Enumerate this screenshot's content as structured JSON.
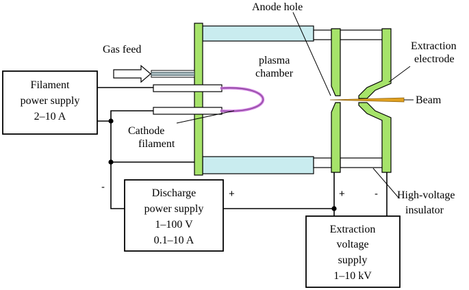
{
  "colors": {
    "electrode": "#a6e36a",
    "insulator": "#c9ecef",
    "filament": "#cc77dd",
    "beam": "#e0a020",
    "line": "#000000"
  },
  "labels": {
    "anode_hole": "Anode hole",
    "gas_feed": "Gas feed",
    "extraction_electrode": [
      "Extraction",
      "electrode"
    ],
    "plasma_chamber": [
      "plasma",
      "chamber"
    ],
    "filament_supply": [
      "Filament",
      "power supply",
      "2–10 A"
    ],
    "beam": "Beam",
    "cathode_filament": [
      "Cathode",
      "filament"
    ],
    "discharge_supply": [
      "Discharge",
      "power supply",
      "1–100 V",
      "0.1–10 A"
    ],
    "hv_insulator": [
      "High-voltage",
      "insulator"
    ],
    "extraction_supply": [
      "Extraction",
      "voltage",
      "supply",
      "1–10 kV"
    ]
  },
  "polarity": {
    "discharge_minus": "-",
    "discharge_plus": "+",
    "extraction_plus": "+",
    "extraction_minus": "-"
  }
}
